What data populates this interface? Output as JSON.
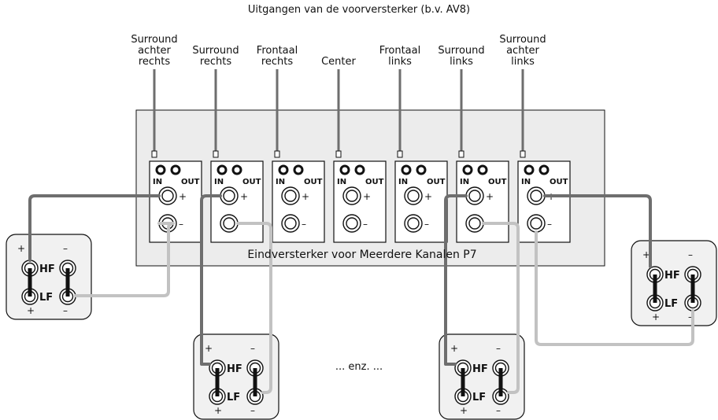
{
  "title": "Uitgangen van de voorversterker (b.v. AV8)",
  "amplifier_label": "Eindversterker voor Meerdere Kanalen P7",
  "etc_label": "... enz. ...",
  "channels": [
    {
      "line1": "Surround",
      "line2": "achter",
      "line3": "rechts"
    },
    {
      "line1": "Surround",
      "line2": "rechts",
      "line3": ""
    },
    {
      "line1": "Frontaal",
      "line2": "rechts",
      "line3": ""
    },
    {
      "line1": "Center",
      "line2": "",
      "line3": ""
    },
    {
      "line1": "Frontaal",
      "line2": "links",
      "line3": ""
    },
    {
      "line1": "Surround",
      "line2": "links",
      "line3": ""
    },
    {
      "line1": "Surround",
      "line2": "achter",
      "line3": "links"
    }
  ],
  "module": {
    "in": "IN",
    "out": "OUT",
    "plus": "+",
    "minus": "–"
  },
  "speaker": {
    "hf": "HF",
    "lf": "LF",
    "plus": "+",
    "minus": "–"
  },
  "colors": {
    "dark_cable": "#6e6e6e",
    "light_cable": "#c2c2c2",
    "panel": "#ececec",
    "speaker_fill": "#f1f1f1",
    "outline": "#111111"
  }
}
